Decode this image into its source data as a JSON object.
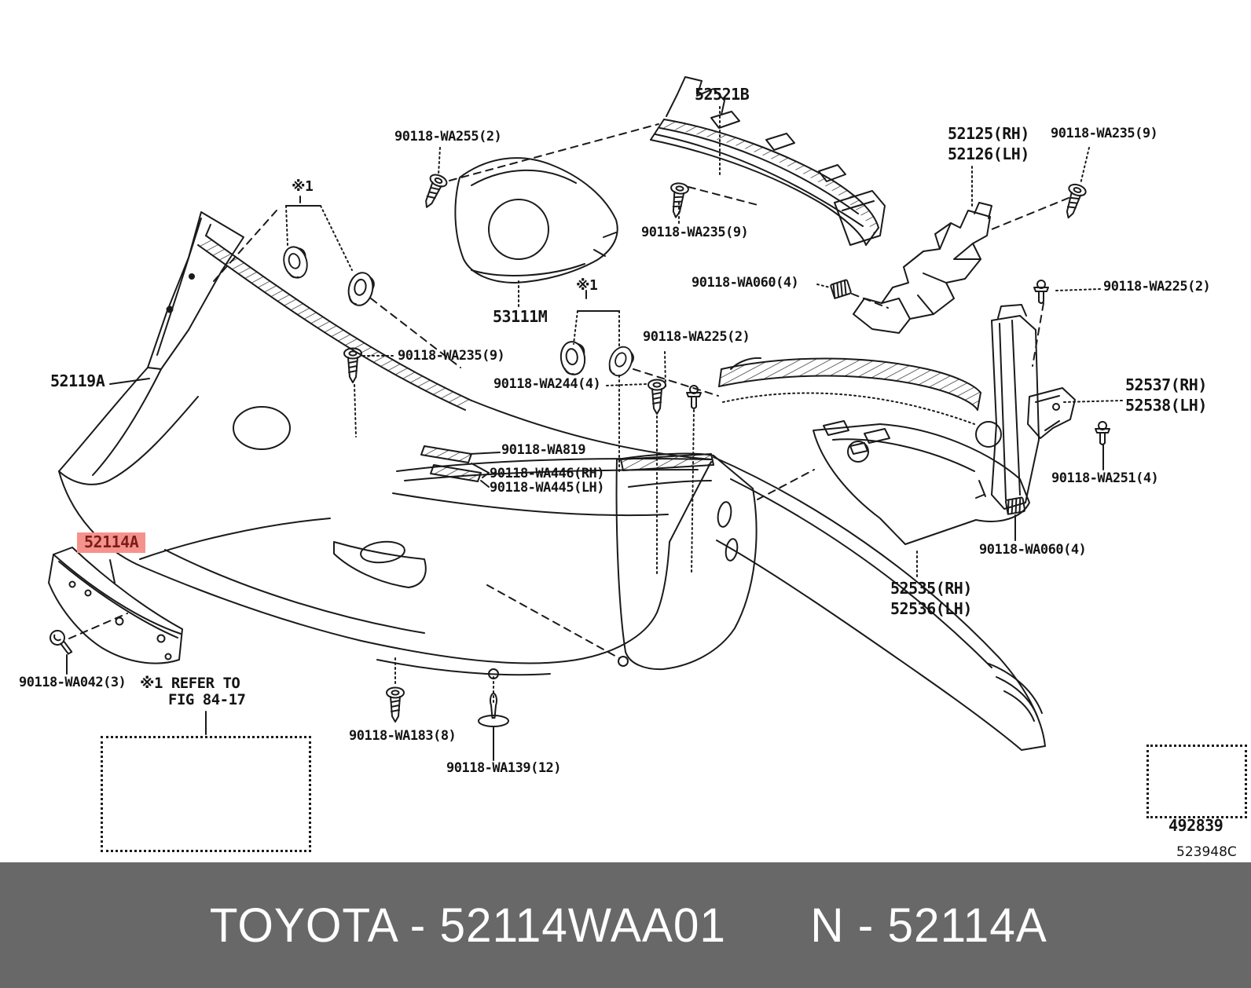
{
  "diagram": {
    "labels": [
      {
        "text": "90118-WA255(2)"
      },
      {
        "text": "52521B"
      },
      {
        "text": "52125(RH)"
      },
      {
        "text": "52126(LH)"
      },
      {
        "text": "90118-WA235(9)"
      },
      {
        "text": "90118-WA235(9)"
      },
      {
        "text": "90118-WA060(4)"
      },
      {
        "text": "90118-WA225(2)"
      },
      {
        "text": "※1"
      },
      {
        "text": "53111M"
      },
      {
        "text": "※1"
      },
      {
        "text": "90118-WA235(9)"
      },
      {
        "text": "90118-WA244(4)"
      },
      {
        "text": "90118-WA225(2)"
      },
      {
        "text": "52119A"
      },
      {
        "text": "90118-WA819"
      },
      {
        "text": "90118-WA446(RH)"
      },
      {
        "text": "90118-WA445(LH)"
      },
      {
        "text": "52537(RH)"
      },
      {
        "text": "52538(LH)"
      },
      {
        "text": "90118-WA251(4)"
      },
      {
        "text": "90118-WA060(4)"
      },
      {
        "text": "52535(RH)"
      },
      {
        "text": "52536(LH)"
      },
      {
        "text": "52114A"
      },
      {
        "text": "90118-WA042(3)"
      },
      {
        "text": "※1 REFER TO"
      },
      {
        "text": "FIG 84-17"
      },
      {
        "text": "90118-WA183(8)"
      },
      {
        "text": "90118-WA139(12)"
      },
      {
        "text": "492839"
      },
      {
        "text": "523948C"
      }
    ],
    "highlighted_part": "52114A",
    "arrow_box_code": "492839",
    "sheet_code": "523948C"
  },
  "banner": {
    "left": "TOYOTA - 52114WAA01",
    "right": "N - 52114A"
  },
  "colors": {
    "line": "#1a1a1a",
    "highlight_bg": "#f4938c",
    "highlight_text": "#7e1b1b",
    "banner_bg": "#686868",
    "banner_text": "#ffffff"
  }
}
